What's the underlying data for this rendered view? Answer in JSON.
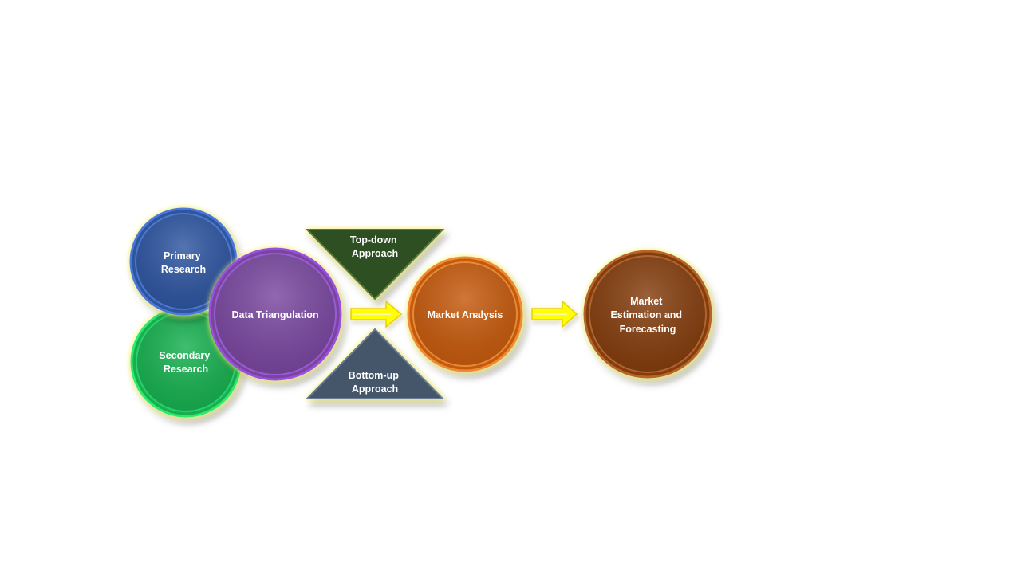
{
  "diagram": {
    "colors": {
      "primary": "#2f55a0",
      "secondary": "#12b050",
      "triangulation": "#7030a0",
      "top_down": "#2f5020",
      "bottom_up": "#44546a",
      "market_analysis": "#c55a11",
      "estimation": "#843c0c",
      "glow": "#f7f266",
      "arrow": "#ffff00"
    },
    "nodes": {
      "primary_research": {
        "lines": [
          "Primary",
          "Research"
        ]
      },
      "secondary_research": {
        "lines": [
          "Secondary",
          "Research"
        ]
      },
      "data_triangulation": {
        "lines": [
          "Data Triangulation"
        ]
      },
      "top_down": {
        "lines": [
          "Top-down",
          "Approach"
        ]
      },
      "bottom_up": {
        "lines": [
          "Bottom-up",
          "Approach"
        ]
      },
      "market_analysis": {
        "lines": [
          "Market Analysis"
        ]
      },
      "market_estimation": {
        "lines": [
          "Market",
          "Estimation and",
          "Forecasting"
        ]
      }
    }
  }
}
